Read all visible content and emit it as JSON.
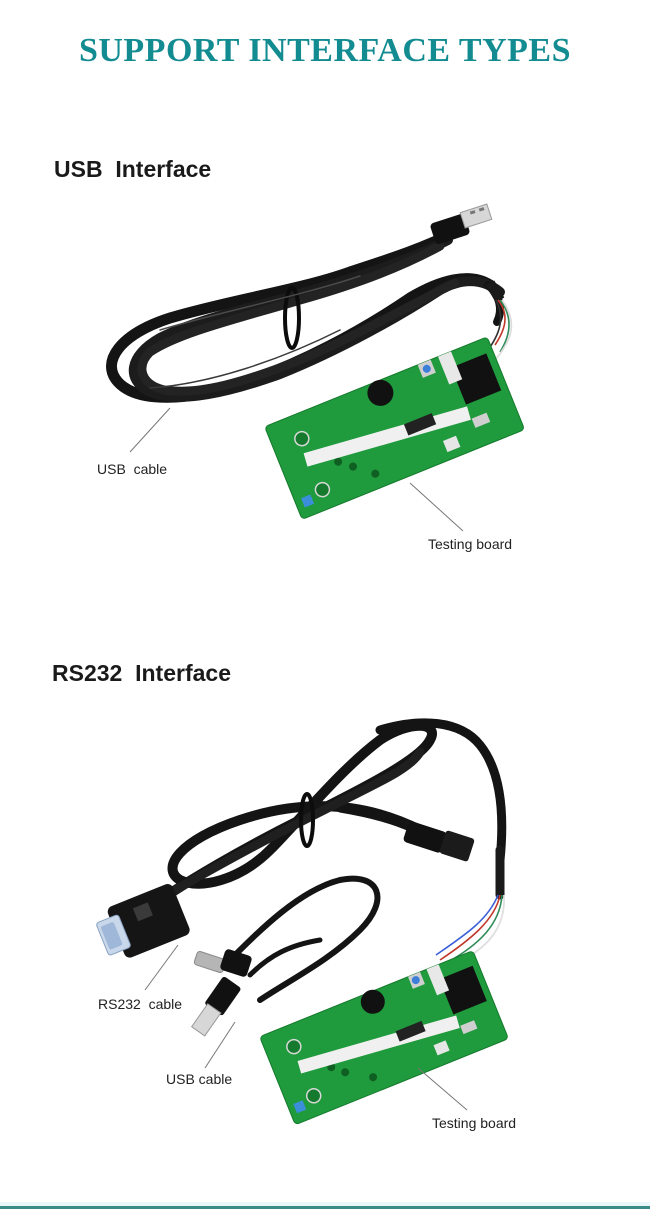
{
  "title": "SUPPORT INTERFACE TYPES",
  "colors": {
    "title": "#138c91",
    "heading": "#1a1a1a",
    "pcb_green": "#1f9a3c",
    "cable_black": "#141414",
    "bottom_line": "#3c8a86"
  },
  "sections": [
    {
      "heading": "USB  Interface",
      "callouts": {
        "usb_cable": "USB  cable",
        "testing_board": "Testing board"
      }
    },
    {
      "heading": "RS232  Interface",
      "callouts": {
        "rs232_cable": "RS232  cable",
        "usb_cable": "USB cable",
        "testing_board": "Testing board"
      }
    }
  ]
}
